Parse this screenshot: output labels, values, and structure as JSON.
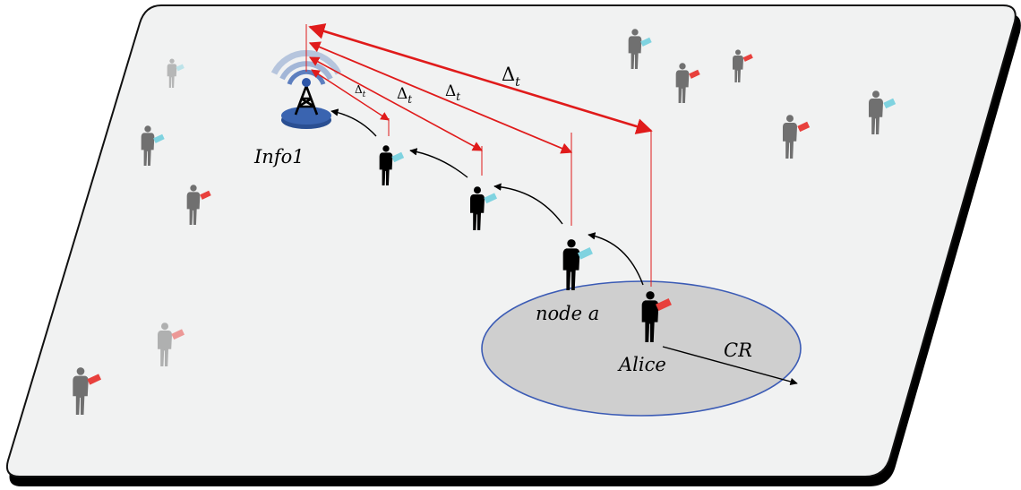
{
  "labels": {
    "tower": "Info1",
    "node": "node a",
    "alice": "Alice",
    "range": "CR",
    "delta_symbol": "Δ",
    "delta_subscript": "t"
  },
  "colors": {
    "plane": "#f1f2f2",
    "plane_shadow": "#000000",
    "range_fill": "#cfcfcf",
    "range_stroke": "#3b5bb5",
    "signal_arrow": "#e01b1b",
    "hop_arrow": "#000000",
    "device_blue": "#7fd3e0",
    "device_red": "#e8403c",
    "person_active": "#000000",
    "person_passive": "#707070",
    "tower_base": "#3a64b0",
    "tower_waves": "#8fa6cf"
  },
  "icons": {
    "tower": "cell-tower-icon",
    "person": "person-with-phone-icon"
  }
}
